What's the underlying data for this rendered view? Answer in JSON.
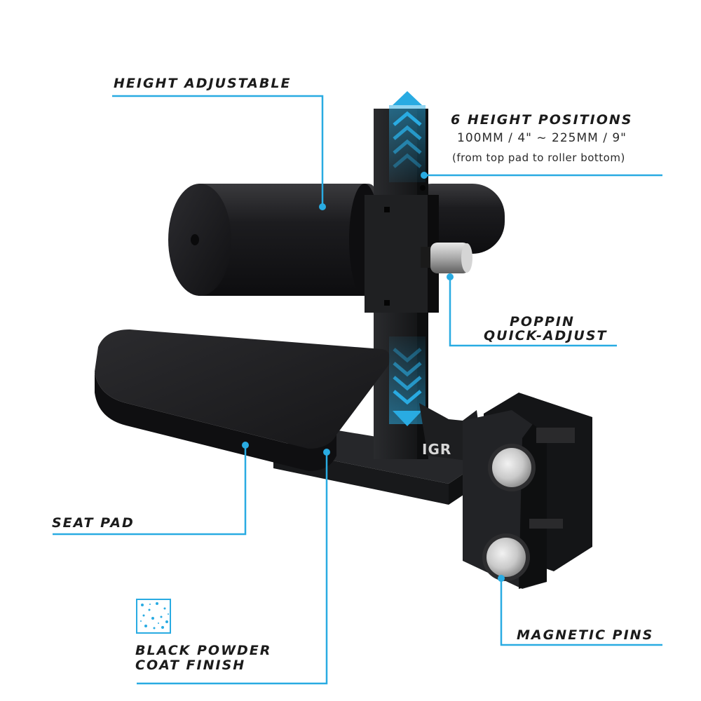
{
  "labels": {
    "height_adjustable": "HEIGHT ADJUSTABLE",
    "height_positions_title": "6 HEIGHT POSITIONS",
    "height_positions_range": "100MM / 4\" ~ 225MM / 9\"",
    "height_positions_note": "(from top pad to roller bottom)",
    "poppin_line1": "POPPIN",
    "poppin_line2": "QUICK-ADJUST",
    "seat_pad": "SEAT PAD",
    "powder_line1": "BLACK POWDER",
    "powder_line2": "COAT FINISH",
    "magnetic_pins": "MAGNETIC PINS"
  },
  "product": {
    "brand_mark": "IGR"
  },
  "colors": {
    "accent": "#29abe2",
    "equipment": "#1c1c1e",
    "pad": "#151517",
    "text": "#1b1b1b",
    "background": "#ffffff"
  },
  "icons": {
    "arrows": "chevron-arrows-icon",
    "texture_swatch": "powder-texture-icon"
  }
}
